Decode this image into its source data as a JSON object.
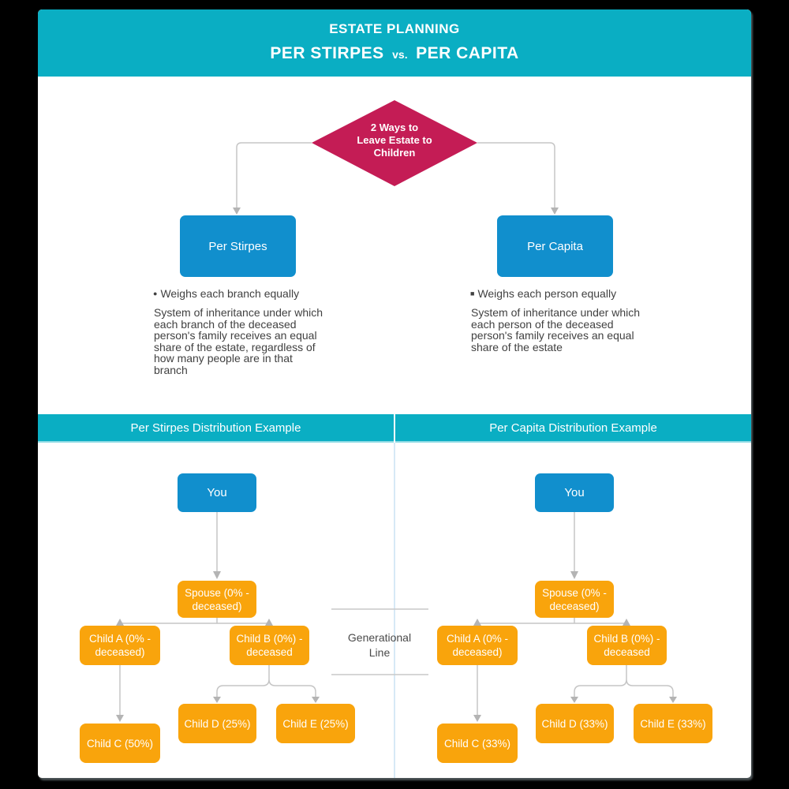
{
  "colors": {
    "teal_header": "#0aaec3",
    "crimson_diamond": "#c41c55",
    "blue_node": "#118fcd",
    "orange_node": "#f9a40c",
    "connector_gray": "#c5c5c5",
    "divider_light_blue": "#d7e9f6"
  },
  "header": {
    "kicker": "ESTATE PLANNING",
    "title_left": "PER STIRPES",
    "title_vs": "vs.",
    "title_right": "PER CAPITA"
  },
  "decision": {
    "label": "2 Ways to\nLeave Estate to\nChildren"
  },
  "icons": {
    "circle_bullet": "●",
    "square_bullet": "■"
  },
  "options": {
    "per_stirpes": {
      "label": "Per Stirpes",
      "bullet": "Weighs each branch equally",
      "description": "System of inheritance under which each branch of the deceased person's family receives an equal share of the estate, regardless of how many people are in that branch"
    },
    "per_capita": {
      "label": "Per Capita",
      "bullet": "Weighs each person equally",
      "description": "System of inheritance under which each person of the deceased person's family receives an equal share of the estate"
    }
  },
  "panels": {
    "left": {
      "title": "Per Stirpes Distribution Example",
      "nodes": {
        "you": "You",
        "spouse": "Spouse (0% - deceased)",
        "child_a": "Child A (0% - deceased)",
        "child_b": "Child B (0%) - deceased",
        "child_c": "Child C (50%)",
        "child_d": "Child D (25%)",
        "child_e": "Child E (25%)"
      }
    },
    "right": {
      "title": "Per Capita Distribution Example",
      "nodes": {
        "you": "You",
        "spouse": "Spouse (0% - deceased)",
        "child_a": "Child A (0% - deceased)",
        "child_b": "Child B (0%) - deceased",
        "child_c": "Child C (33%)",
        "child_d": "Child D (33%)",
        "child_e": "Child E (33%)"
      }
    }
  },
  "generational_line": {
    "label": "Generational\nLine"
  }
}
